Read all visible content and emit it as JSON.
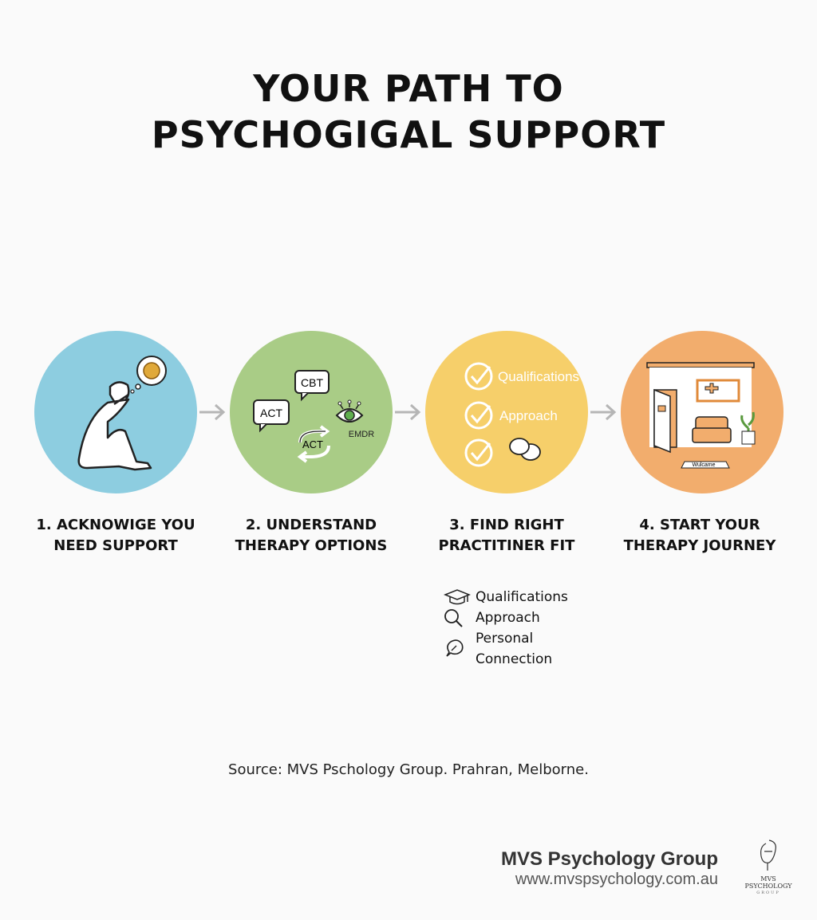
{
  "title": {
    "line1": "YOUR PATH TO",
    "line2": "PSYCHOGIGAL SUPPORT"
  },
  "colors": {
    "step1": "#8dcde0",
    "step2": "#a9cc86",
    "step3": "#f6cf6a",
    "step4": "#f2ad6d",
    "arrow": "#b5b5b5"
  },
  "steps": [
    {
      "line1": "1. ACKNOWIGE YOU",
      "line2": "NEED SUPPORT",
      "icon": "person-thinking-icon"
    },
    {
      "line1": "2. UNDERSTAND",
      "line2": "THERAPY OPTIONS",
      "icon": "therapy-options-icon",
      "bubbles": [
        "CBT",
        "ACT",
        "ACT",
        "EMDR"
      ]
    },
    {
      "line1": "3. FIND RIGHT",
      "line2": "PRACTITINER FIT",
      "icon": "checklist-icon",
      "checks": [
        "Qualifications",
        "Approach"
      ]
    },
    {
      "line1": "4. START YOUR",
      "line2": "THERAPY JOURNEY",
      "icon": "therapy-room-icon",
      "mat": "Wulcame"
    }
  ],
  "fit_list": [
    {
      "icon": "graduation-cap-icon",
      "text": "Qualifications"
    },
    {
      "icon": "magnifier-icon",
      "text": "Approach"
    },
    {
      "icon": "chat-bubble-icon",
      "text": "Personal",
      "text2": "Connection"
    }
  ],
  "source": "Source: MVS Pschology Group. Prahran, Melborne.",
  "brand": {
    "name": "MVS Psychology Group",
    "url": "www.mvspsychology.com.au",
    "logo_line1": "MVS",
    "logo_line2": "PSYCHOLOGY",
    "logo_line3": "GROUP"
  }
}
